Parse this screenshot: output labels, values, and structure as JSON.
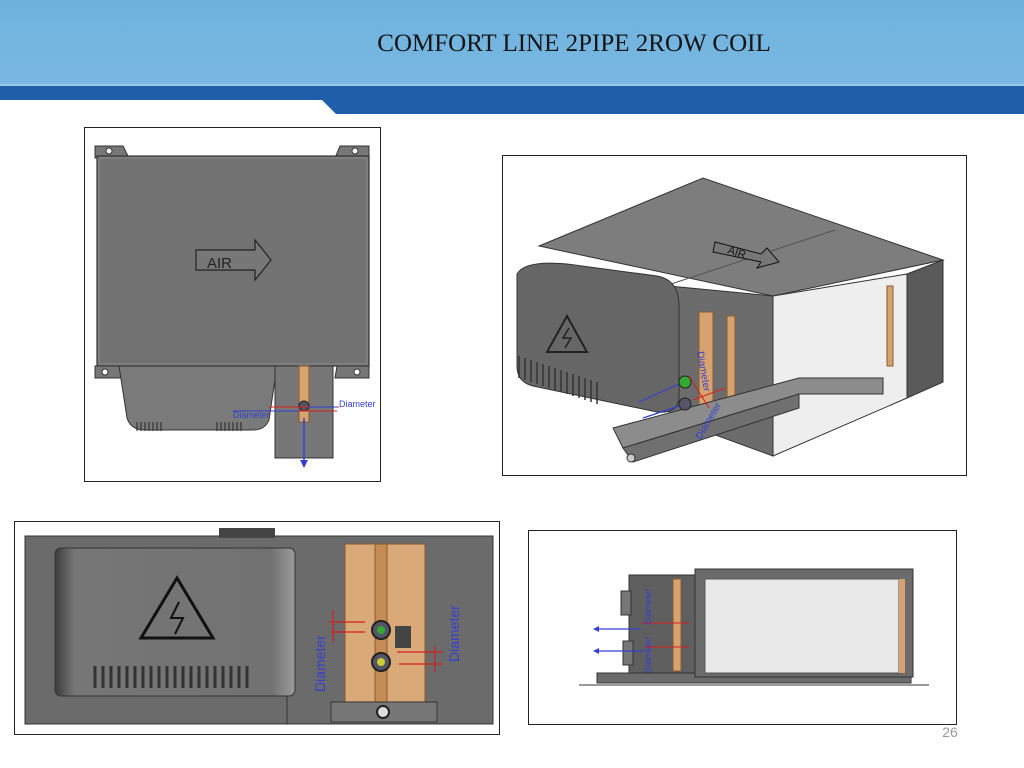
{
  "slide": {
    "title": "COMFORT LINE  2PIPE  2ROW COIL",
    "page_number": "26"
  },
  "panels": {
    "top_view": {
      "air_label": "AIR",
      "diameter_left": "Diameter",
      "diameter_right": "Diameter"
    },
    "iso_view": {
      "air_label": "AIR",
      "diameter_1": "Diameter",
      "diameter_2": "Diameter"
    },
    "front_view": {
      "diameter_left": "Diameter",
      "diameter_right": "Diameter"
    },
    "side_view": {
      "diameter_1": "Diameter",
      "diameter_2": "Diameter"
    }
  },
  "colors": {
    "header_light": "#77b6e1",
    "header_band": "#2163ad",
    "unit_gray": "#6e6e6e",
    "copper": "#d6a26f",
    "arrow_blue": "#3340d0",
    "pipe_red": "#d42020"
  }
}
